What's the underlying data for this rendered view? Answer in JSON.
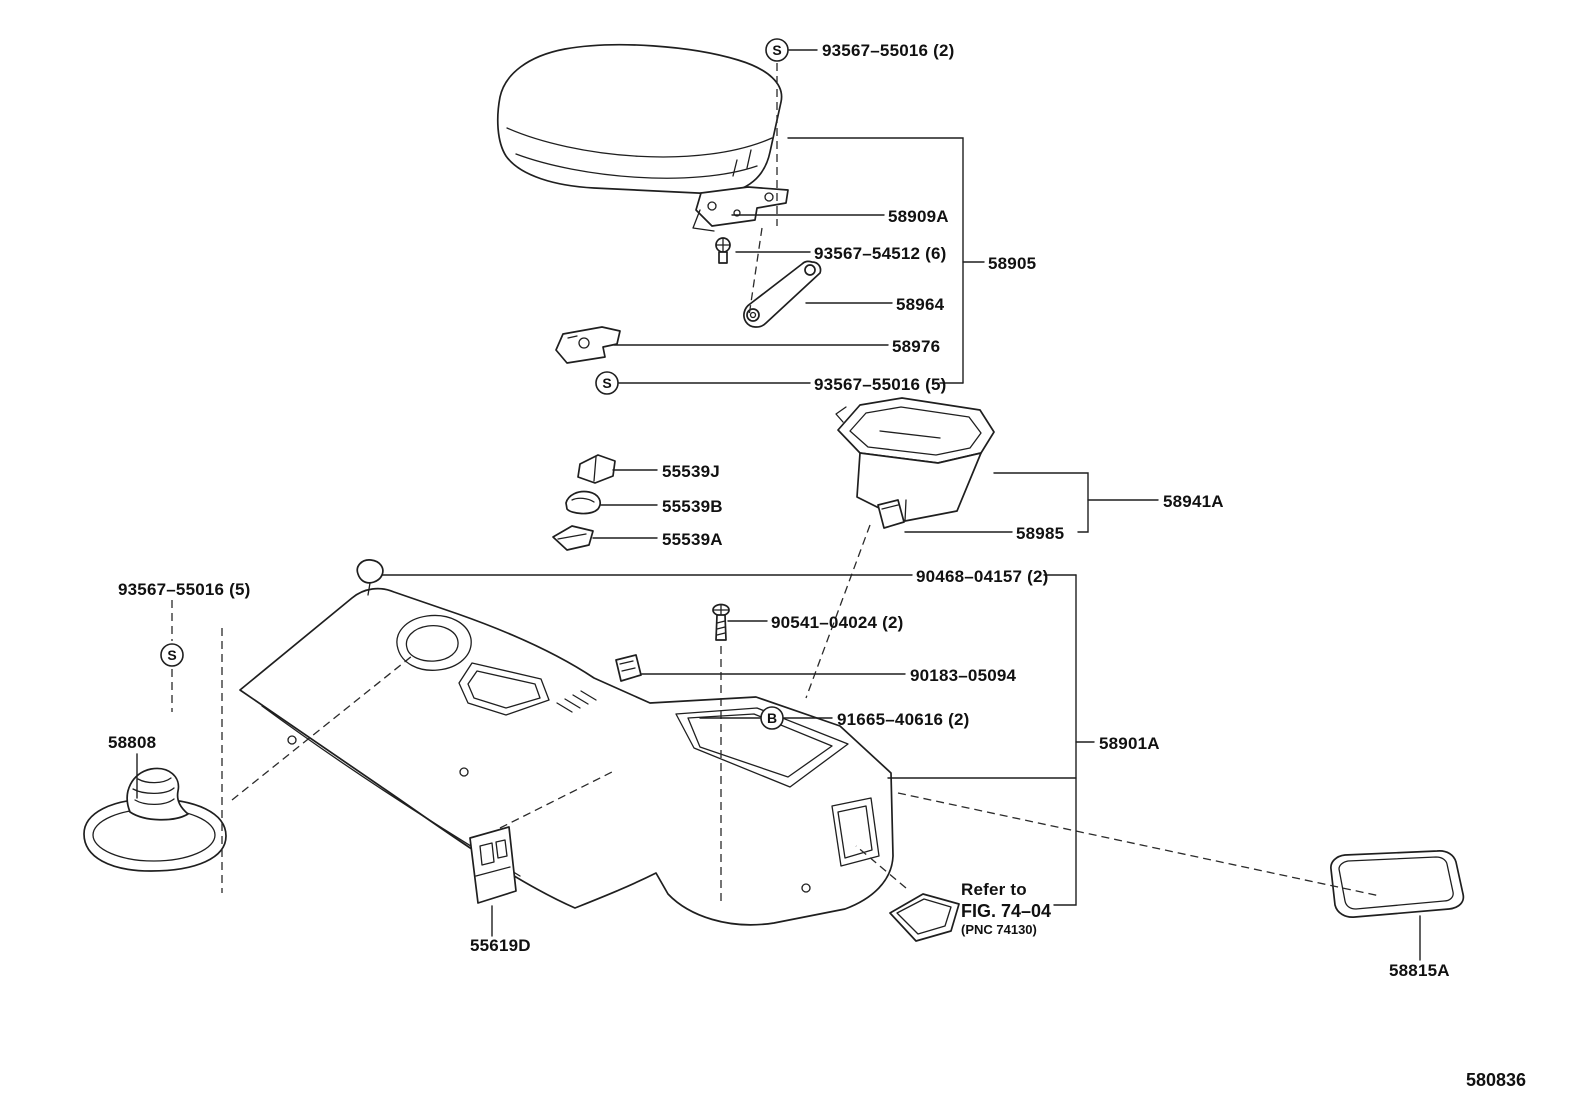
{
  "meta": {
    "drawing_number": "580836"
  },
  "symbols": {
    "s": "S",
    "b": "B_LETTER",
    "s_letter": "S",
    "b_letter": "B"
  },
  "parts": {
    "p93567_55016_2": "93567–55016 (2)",
    "p58909A": "58909A",
    "p93567_54512_6": "93567–54512 (6)",
    "p58905": "58905",
    "p58964": "58964",
    "p58976": "58976",
    "p93567_55016_5": "93567–55016 (5)",
    "p55539J": "55539J",
    "p55539B": "55539B",
    "p55539A": "55539A",
    "p58941A": "58941A",
    "p58985": "58985",
    "p90468_04157_2": "90468–04157 (2)",
    "p90541_04024_2": "90541–04024 (2)",
    "p90183_05094": "90183–05094",
    "p91665_40616_2": "91665–40616 (2)",
    "p58901A": "58901A",
    "p58808": "58808",
    "p55619D": "55619D",
    "p58815A": "58815A"
  },
  "notes": {
    "refer_line1": "Refer to",
    "refer_line2": "FIG. 74–04",
    "refer_line3": "(PNC 74130)"
  }
}
